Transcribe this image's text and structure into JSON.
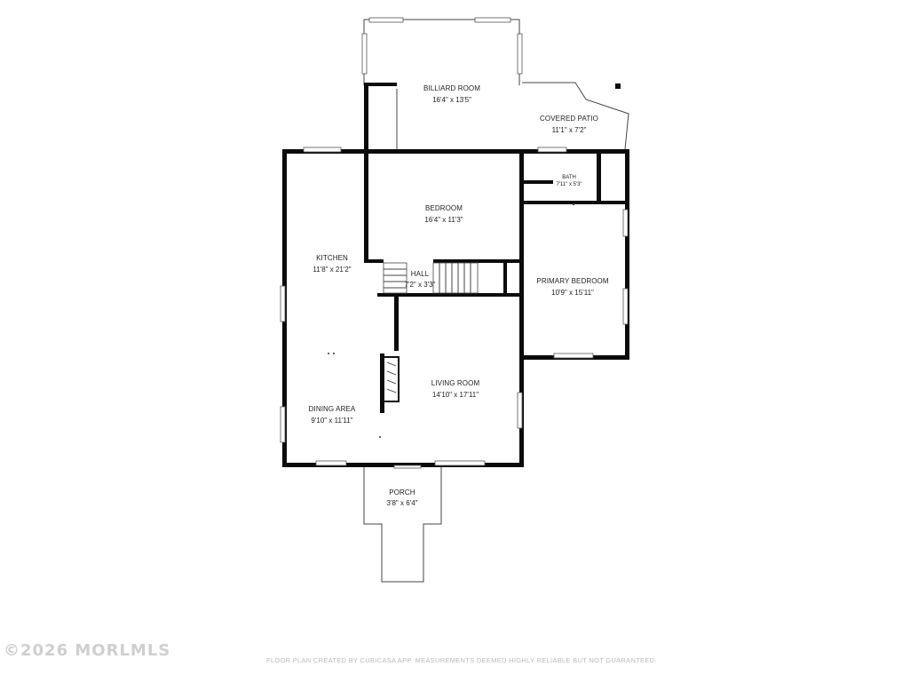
{
  "rooms": {
    "billiard": {
      "name": "BILLIARD ROOM",
      "dims": "16'4\" x 13'5\""
    },
    "covered_patio": {
      "name": "COVERED PATIO",
      "dims": "11'1\" x 7'2\""
    },
    "bath": {
      "name": "BATH",
      "dims": "7'11\" x 5'3\""
    },
    "bedroom": {
      "name": "BEDROOM",
      "dims": "16'4\" x 11'3\""
    },
    "kitchen": {
      "name": "KITCHEN",
      "dims": "11'8\" x 21'2\""
    },
    "hall": {
      "name": "HALL",
      "dims": "7'2\" x 3'3\""
    },
    "primary_bedroom": {
      "name": "PRIMARY BEDROOM",
      "dims": "10'9\" x 15'11\""
    },
    "living_room": {
      "name": "LIVING ROOM",
      "dims": "14'10\" x 17'11\""
    },
    "dining_area": {
      "name": "DINING AREA",
      "dims": "9'10\" x 11'11\""
    },
    "porch": {
      "name": "PORCH",
      "dims": "3'8\" x 6'4\""
    }
  },
  "watermark": "©2026 MORLMLS",
  "disclaimer": "FLOOR PLAN CREATED BY CUBICASA APP. MEASUREMENTS DEEMED HIGHLY RELIABLE BUT NOT GUARANTEED."
}
